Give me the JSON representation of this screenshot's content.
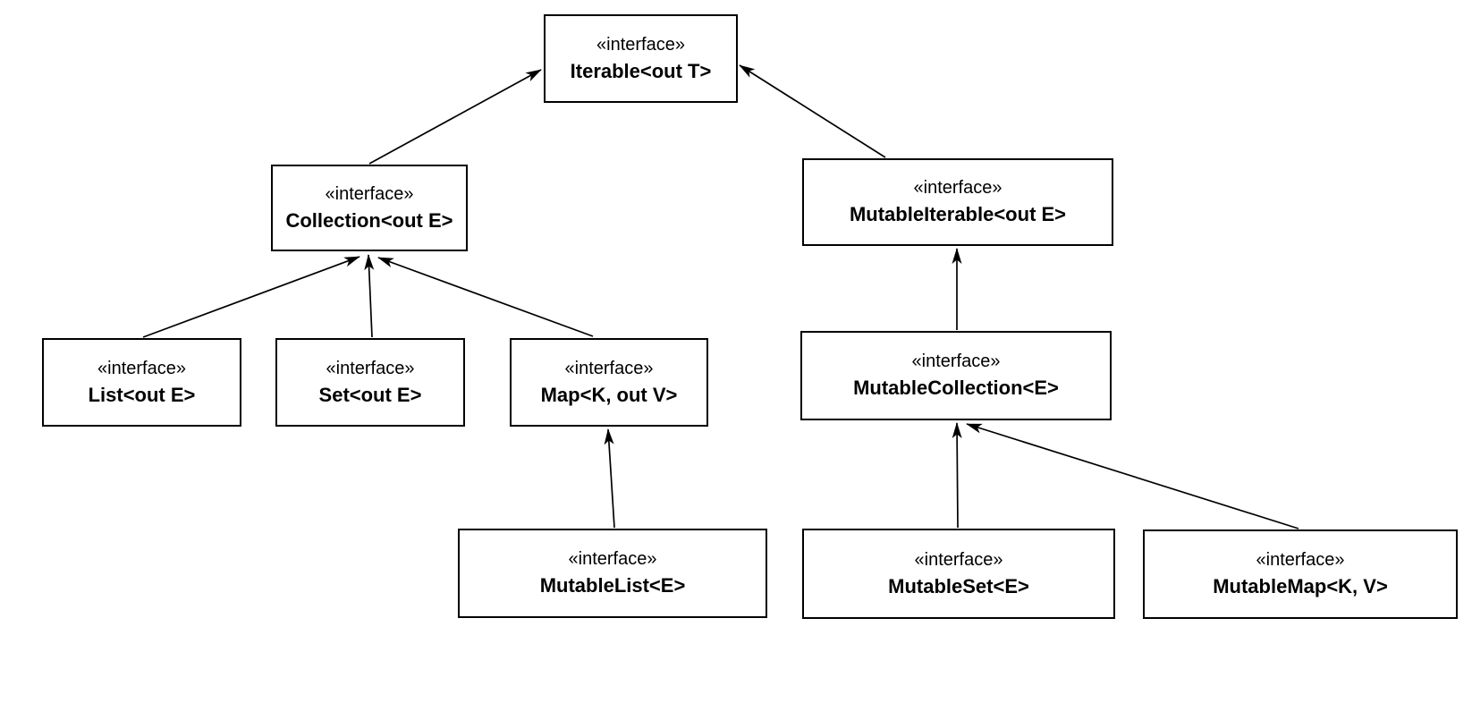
{
  "colors": {
    "background": "#ffffff",
    "node_fill": "#ffffff",
    "node_border": "#000000",
    "edge": "#000000",
    "text": "#000000"
  },
  "nodes": [
    {
      "id": "iterable",
      "stereotype": "«interface»",
      "name": "Iterable<out T>"
    },
    {
      "id": "collection",
      "stereotype": "«interface»",
      "name": "Collection<out E>"
    },
    {
      "id": "mutable-iterable",
      "stereotype": "«interface»",
      "name": "MutableIterable<out E>"
    },
    {
      "id": "list",
      "stereotype": "«interface»",
      "name": "List<out E>"
    },
    {
      "id": "set",
      "stereotype": "«interface»",
      "name": "Set<out E>"
    },
    {
      "id": "map",
      "stereotype": "«interface»",
      "name": "Map<K, out V>"
    },
    {
      "id": "mutable-collection",
      "stereotype": "«interface»",
      "name": "MutableCollection<E>"
    },
    {
      "id": "mutable-list",
      "stereotype": "«interface»",
      "name": "MutableList<E>"
    },
    {
      "id": "mutable-set",
      "stereotype": "«interface»",
      "name": "MutableSet<E>"
    },
    {
      "id": "mutable-map",
      "stereotype": "«interface»",
      "name": "MutableMap<K, V>"
    }
  ],
  "edges": [
    {
      "from": "Collection<out E>",
      "to": "Iterable<out T>",
      "type": "generalization"
    },
    {
      "from": "MutableIterable<out E>",
      "to": "Iterable<out T>",
      "type": "generalization"
    },
    {
      "from": "List<out E>",
      "to": "Collection<out E>",
      "type": "generalization"
    },
    {
      "from": "Set<out E>",
      "to": "Collection<out E>",
      "type": "generalization"
    },
    {
      "from": "Map<K, out V>",
      "to": "Collection<out E>",
      "type": "generalization"
    },
    {
      "from": "MutableCollection<E>",
      "to": "MutableIterable<out E>",
      "type": "generalization"
    },
    {
      "from": "MutableSet<E>",
      "to": "MutableCollection<E>",
      "type": "generalization"
    },
    {
      "from": "MutableMap<K, V>",
      "to": "MutableCollection<E>",
      "type": "generalization"
    },
    {
      "from": "MutableList<E>",
      "to": "Map<K, out V>",
      "type": "generalization"
    }
  ]
}
